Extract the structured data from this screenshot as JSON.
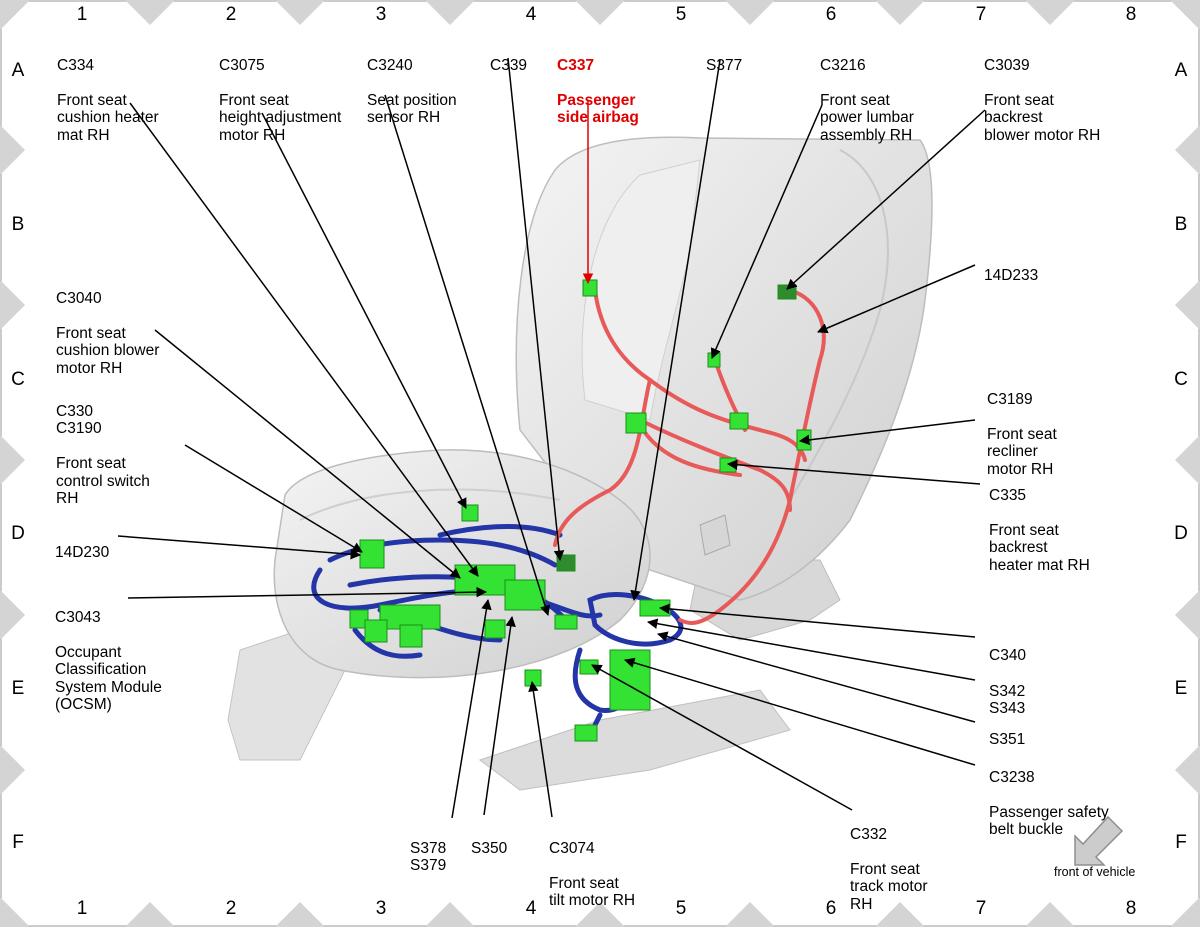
{
  "grid": {
    "columns": [
      "1",
      "2",
      "3",
      "4",
      "5",
      "6",
      "7",
      "8"
    ],
    "rows": [
      "A",
      "B",
      "C",
      "D",
      "E",
      "F"
    ]
  },
  "colors": {
    "rh_harness": "#2435a8",
    "airbag_harness": "#e85a5a",
    "connector": "#33e233",
    "alert_text": "#e00000",
    "seat": "#e6e6e6"
  },
  "orientation": {
    "label": "front of vehicle",
    "icon": "arrow-down-left-icon"
  },
  "callouts": {
    "c334": {
      "code": "C334",
      "desc": "Front seat\ncushion heater\nmat RH"
    },
    "c3075": {
      "code": "C3075",
      "desc": "Front seat\nheight adjustment\nmotor RH"
    },
    "c3240": {
      "code": "C3240",
      "desc": "Seat position\nsensor RH"
    },
    "c339": {
      "code": "C339",
      "desc": ""
    },
    "c337": {
      "code": "C337",
      "desc": "Passenger\nside airbag"
    },
    "s377": {
      "code": "S377",
      "desc": ""
    },
    "c3216": {
      "code": "C3216",
      "desc": "Front seat\npower lumbar\nassembly RH"
    },
    "c3039": {
      "code": "C3039",
      "desc": "Front seat\nbackrest\nblower motor RH"
    },
    "h14d233": {
      "code": "14D233",
      "desc": ""
    },
    "c3040": {
      "code": "C3040",
      "desc": "Front seat\ncushion blower\nmotor RH"
    },
    "c330": {
      "code": "C330\nC3190",
      "desc": "Front seat\ncontrol switch\nRH"
    },
    "c3189": {
      "code": "C3189",
      "desc": "Front seat\nrecliner\nmotor RH"
    },
    "c335": {
      "code": "C335",
      "desc": "Front seat\nbackrest\nheater mat RH"
    },
    "h14d230": {
      "code": "14D230",
      "desc": ""
    },
    "c3043": {
      "code": "C3043",
      "desc": "Occupant\nClassification\nSystem Module\n(OCSM)"
    },
    "c340": {
      "code": "C340",
      "desc": ""
    },
    "s342": {
      "code": "S342\nS343",
      "desc": ""
    },
    "s351": {
      "code": "S351",
      "desc": ""
    },
    "c3238": {
      "code": "C3238",
      "desc": "Passenger safety\nbelt buckle"
    },
    "s378": {
      "code": "S378\nS379",
      "desc": ""
    },
    "s350": {
      "code": "S350",
      "desc": ""
    },
    "c3074": {
      "code": "C3074",
      "desc": "Front seat\ntilt motor RH"
    },
    "c332": {
      "code": "C332",
      "desc": "Front seat\ntrack motor\nRH"
    }
  }
}
